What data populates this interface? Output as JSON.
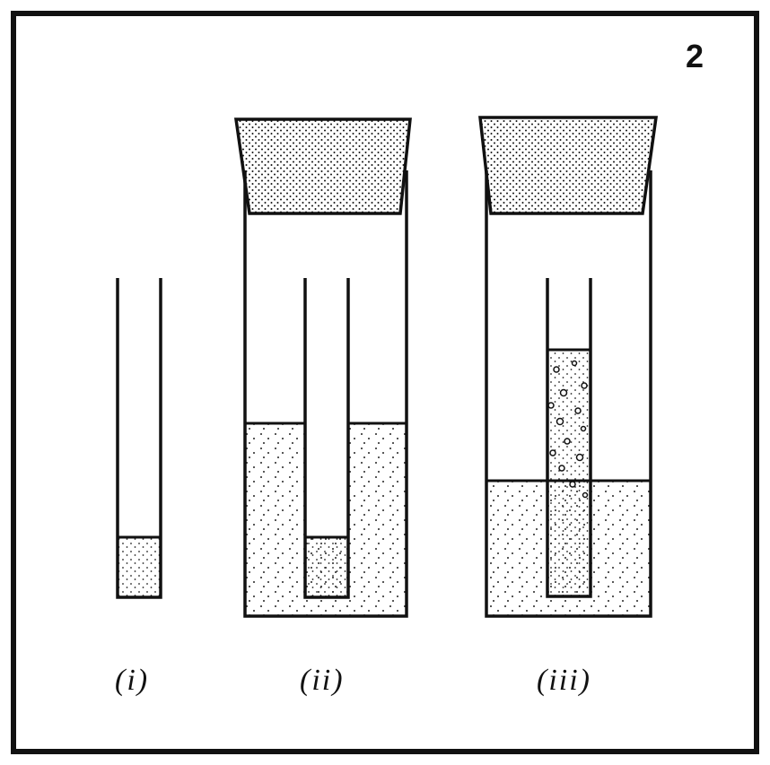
{
  "figure_number": "2",
  "captions": [
    "(i)",
    "(ii)",
    "(iii)"
  ]
}
